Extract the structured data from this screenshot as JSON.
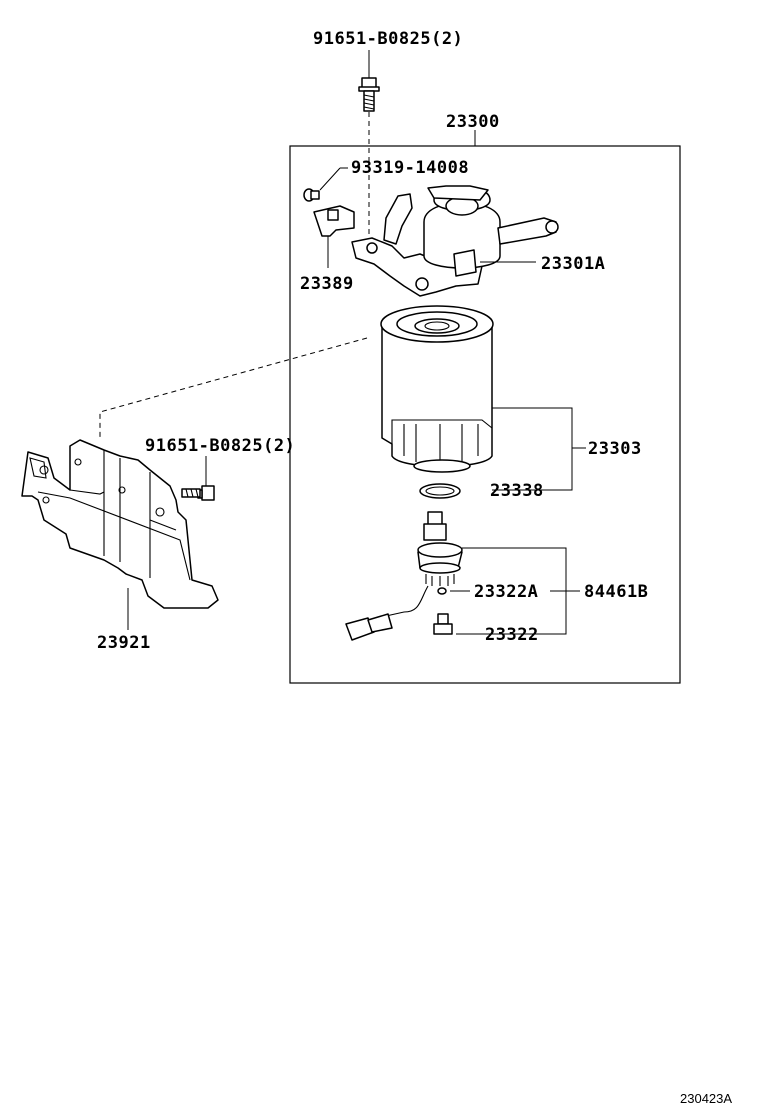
{
  "labels": {
    "bolt_top": "91651-B0825(2)",
    "assembly": "23300",
    "screw": "93319-14008",
    "filter_head": "23301A",
    "bracket_small": "23389",
    "filter_element": "23303",
    "bolt_side": "91651-B0825(2)",
    "gasket": "23338",
    "o_ring": "23322A",
    "sensor_kit": "84461B",
    "warning_switch": "23322",
    "protector": "23921"
  },
  "diagram_ref": "230423A",
  "icons": [
    "bolt-icon",
    "screw-icon",
    "bracket-icon",
    "filter-head-icon",
    "filter-element-icon",
    "gasket-icon",
    "warning-switch-icon",
    "connector-icon",
    "o-ring-icon",
    "protector-icon"
  ]
}
